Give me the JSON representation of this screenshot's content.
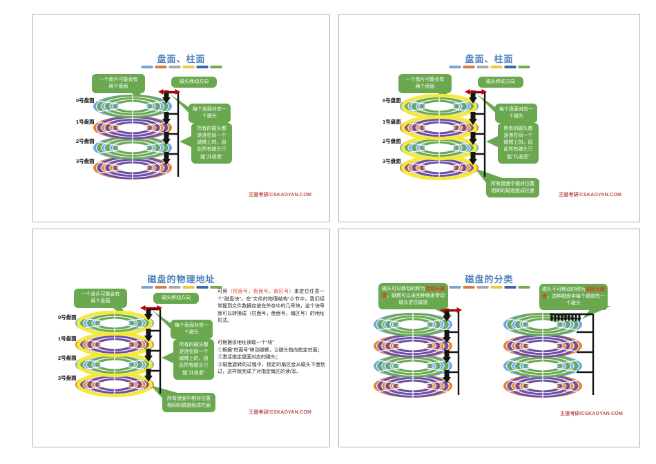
{
  "watermark": "王道考研/CSKAOYAN.COM",
  "theme": {
    "title_color": "#4e7fba",
    "callout_green": "#6aa84f",
    "arrow_red": "#c00000",
    "highlight_red": "#d8402a",
    "watermark_color": "#c0504d",
    "platter_blue": "#6fa8dc",
    "platter_green": "#6aa84f",
    "platter_orange": "#e0813a",
    "platter_purple": "#6a4fa8",
    "cylinder_yellow": "#f5e93c",
    "dash_colors": [
      "#7ba3d5",
      "#dd7b3c",
      "#a8a8a8",
      "#eec83e",
      "#3f66ac",
      "#76aa51"
    ]
  },
  "shared": {
    "platter_labels": [
      "0号盘面",
      "1号盘面",
      "2号盘面",
      "3号盘面"
    ],
    "callout_two_surfaces": "一个盘片可能会有\n两个盘面",
    "callout_move_direction": "磁头移动方向",
    "callout_one_head": "每个盘面对应一\n个磁头",
    "callout_same_arm": "所有的磁头都\n是连在同一个\n磁臂上的，因\n此所有磁头只\n能“共进退”",
    "callout_cylinder": "所有盘面中相对位置\n相同的磁道组成柱面"
  },
  "slides": [
    {
      "title": "盘面、柱面"
    },
    {
      "title": "盘面、柱面"
    },
    {
      "title": "磁盘的物理地址",
      "address_para": {
        "prefix": "可用",
        "highlight": "（柱面号，盘面号，扇区号）",
        "rest": "来定位任意一个“磁盘块”。在“文件的物理结构”小节中，我们经常提到文件数据存放在外存中的几号块，这个块号就可以转换成（柱面号，盘面号，扇区号）的地址形式。"
      },
      "read_steps": "可根据该地址读取一个“块”\n①根据“柱面号”移动磁臂，让磁头指向指定柱面；\n②激活指定盘面对应的磁头；\n③磁盘旋转的过程中，指定的扇区会从磁头下面划过，这样就完成了对指定扇区的读/写。"
    },
    {
      "title": "磁盘的分类",
      "callout_movable": {
        "prefix": "磁头可以移动的称为",
        "highlight": "活动头磁盘",
        "rest": "。磁臂可以来回伸缩来带动磁头定位磁道"
      },
      "callout_fixed": {
        "prefix": "磁头不可移动的称为",
        "highlight": "固定头磁盘",
        "rest": "。这种磁盘中每个磁道有一个磁头"
      }
    }
  ]
}
